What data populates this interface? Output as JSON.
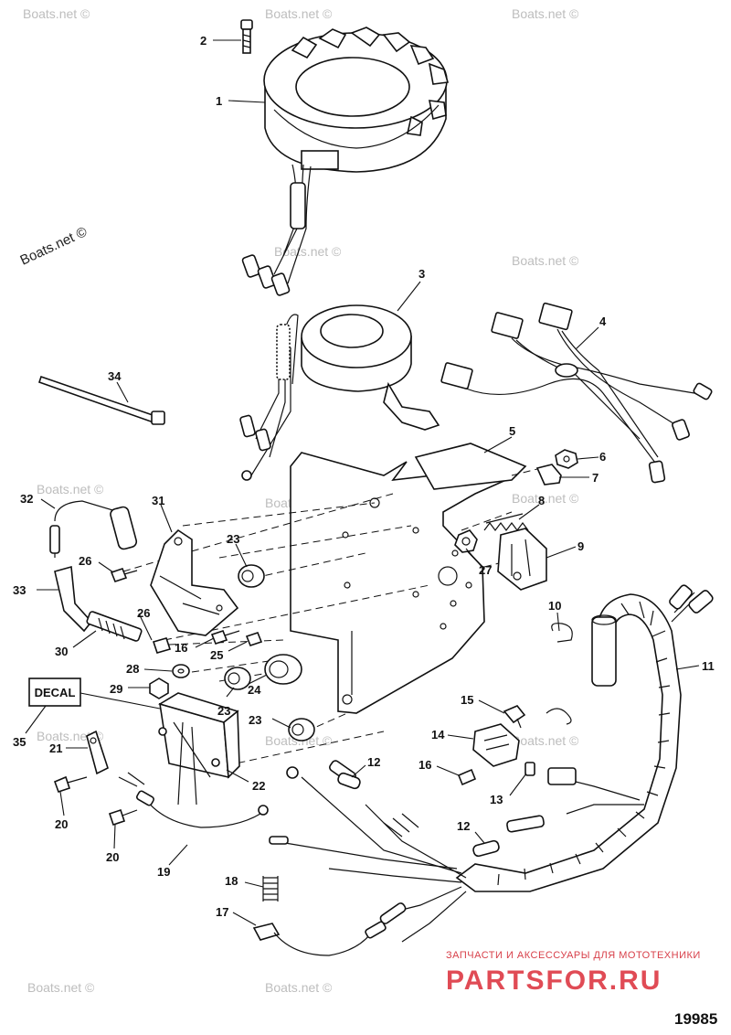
{
  "watermarks": [
    "Boats.net ©",
    "Boats.net ©",
    "Boats.net ©",
    "Boats.net ©",
    "Boats.net ©",
    "Boats.net ©",
    "Boats.net ©",
    "Boats.net ©",
    "Boats.net ©",
    "Boats.net ©",
    "Boats.net ©",
    "Boats.net ©",
    "Boats.net ©",
    "Boats.net ©"
  ],
  "callouts": [
    "2",
    "1",
    "3",
    "4",
    "34",
    "5",
    "6",
    "7",
    "8",
    "9",
    "31",
    "32",
    "23",
    "26",
    "27",
    "33",
    "10",
    "26",
    "16",
    "25",
    "11",
    "30",
    "28",
    "24",
    "29",
    "23",
    "15",
    "DECAL",
    "23",
    "14",
    "35",
    "21",
    "16",
    "12",
    "22",
    "13",
    "20",
    "12",
    "20",
    "19",
    "18",
    "17"
  ],
  "brand": {
    "tagline": "ЗАПЧАСТИ И АКСЕССУАРЫ ДЛЯ МОТОТЕХНИКИ",
    "name": "PARTSFOR.RU"
  },
  "figure_number": "19985"
}
